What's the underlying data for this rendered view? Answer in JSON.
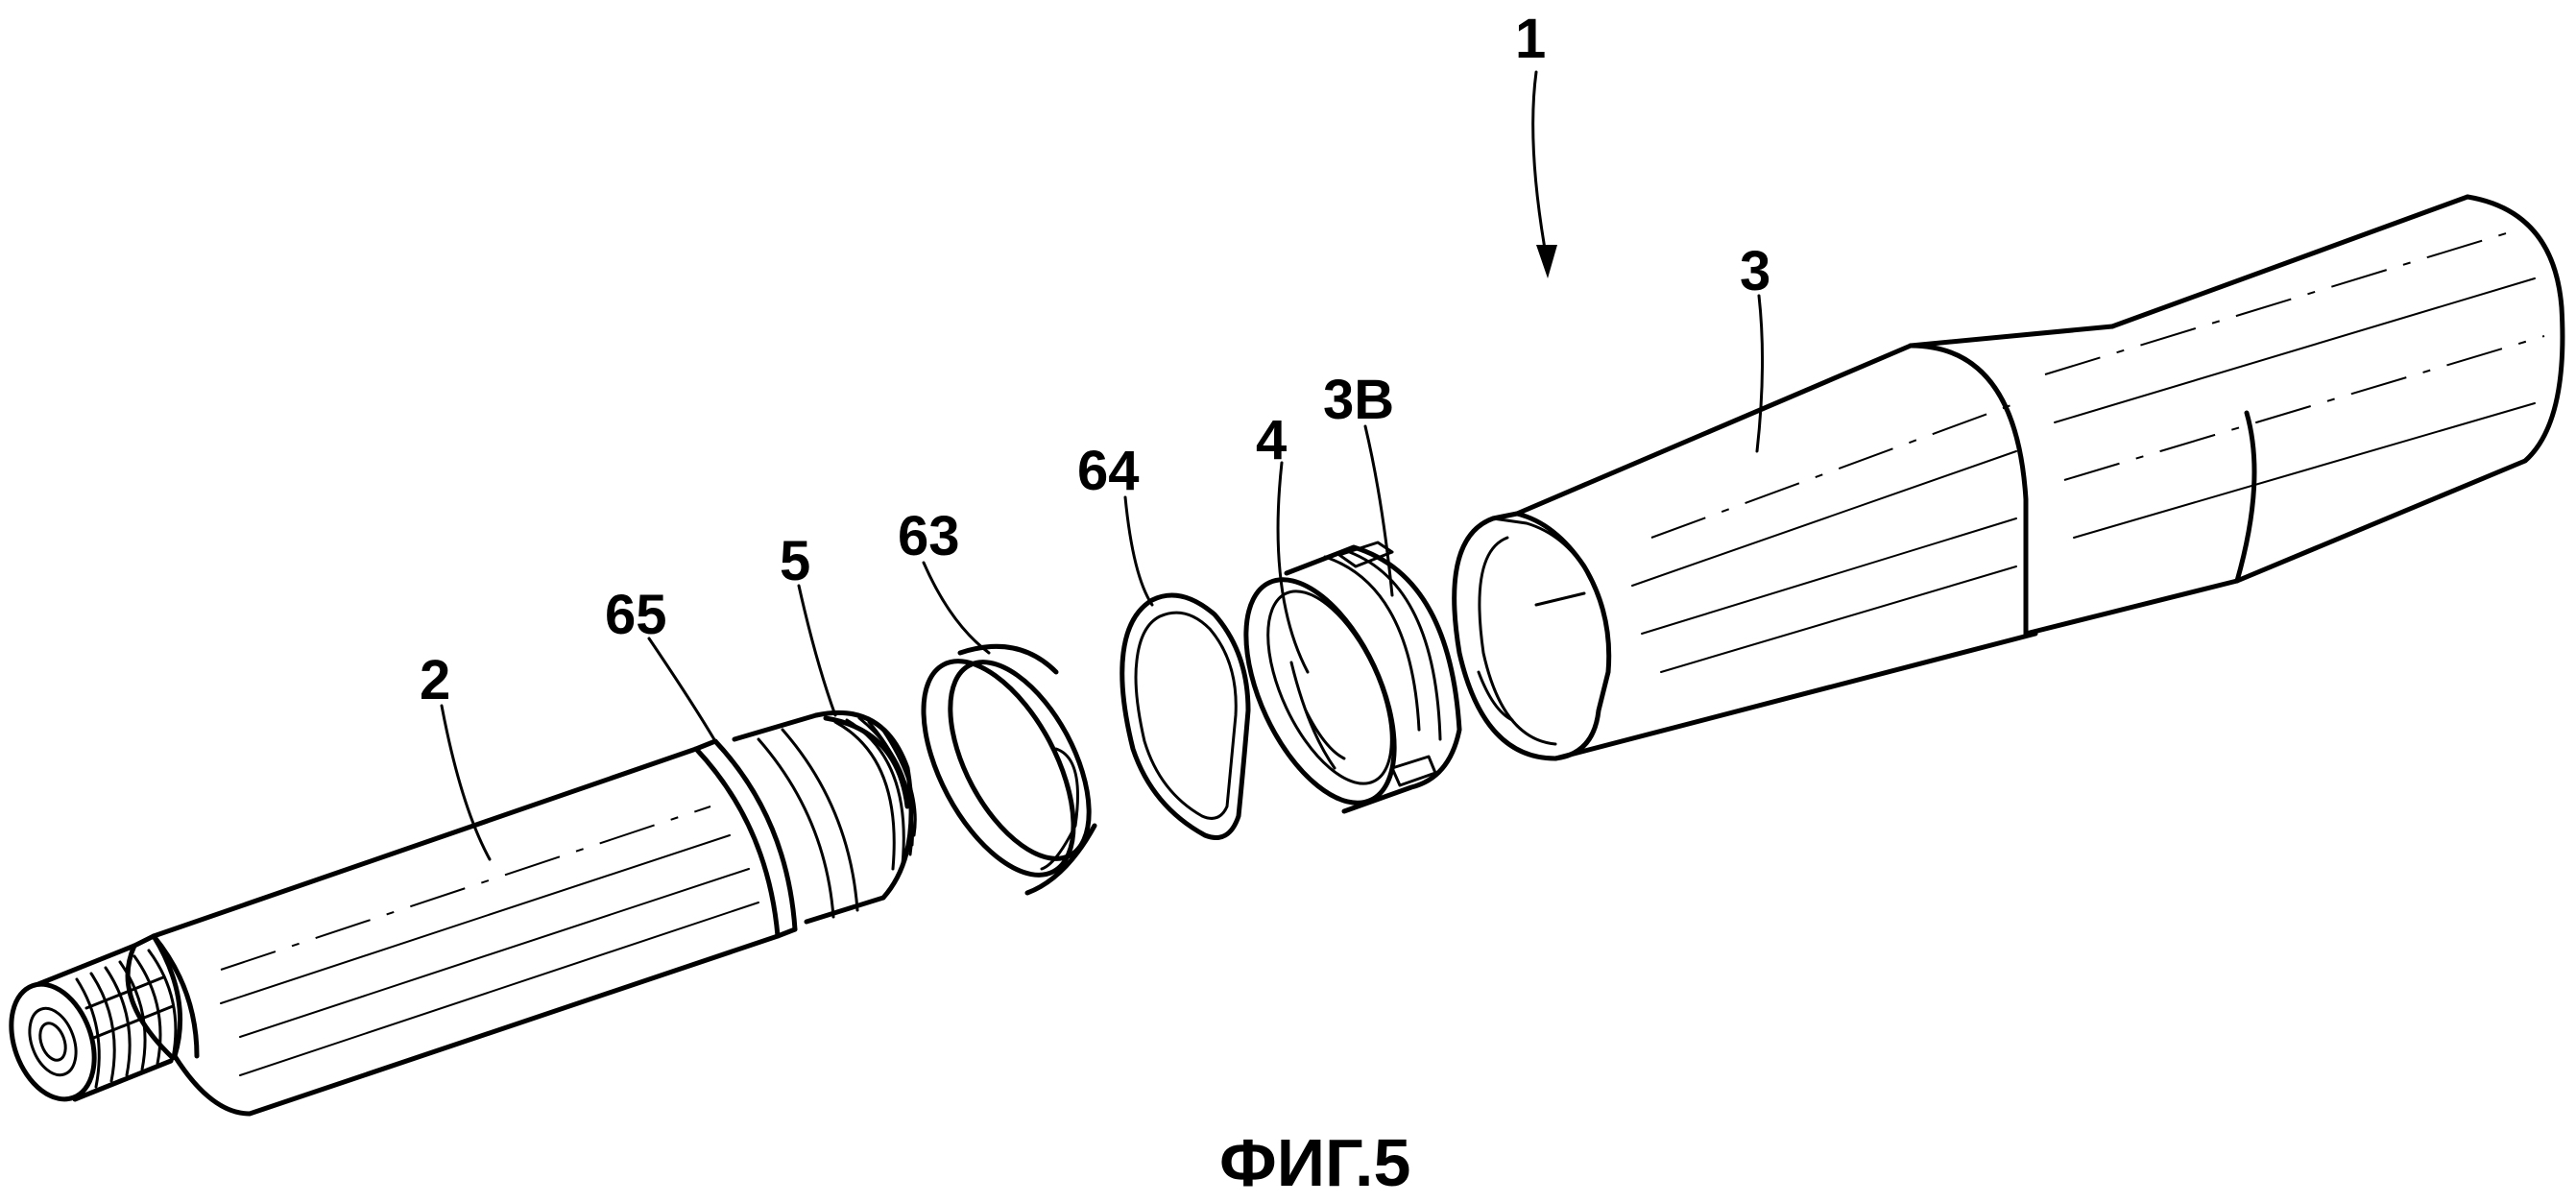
{
  "figure": {
    "caption": "ФИГ.5",
    "labels": {
      "assembly": "1",
      "part_2": "2",
      "part_3": "3",
      "part_3b": "3B",
      "part_4": "4",
      "part_5": "5",
      "part_63": "63",
      "part_64": "64",
      "part_65": "65"
    }
  },
  "colors": {
    "line": "#000000",
    "background": "#ffffff"
  }
}
